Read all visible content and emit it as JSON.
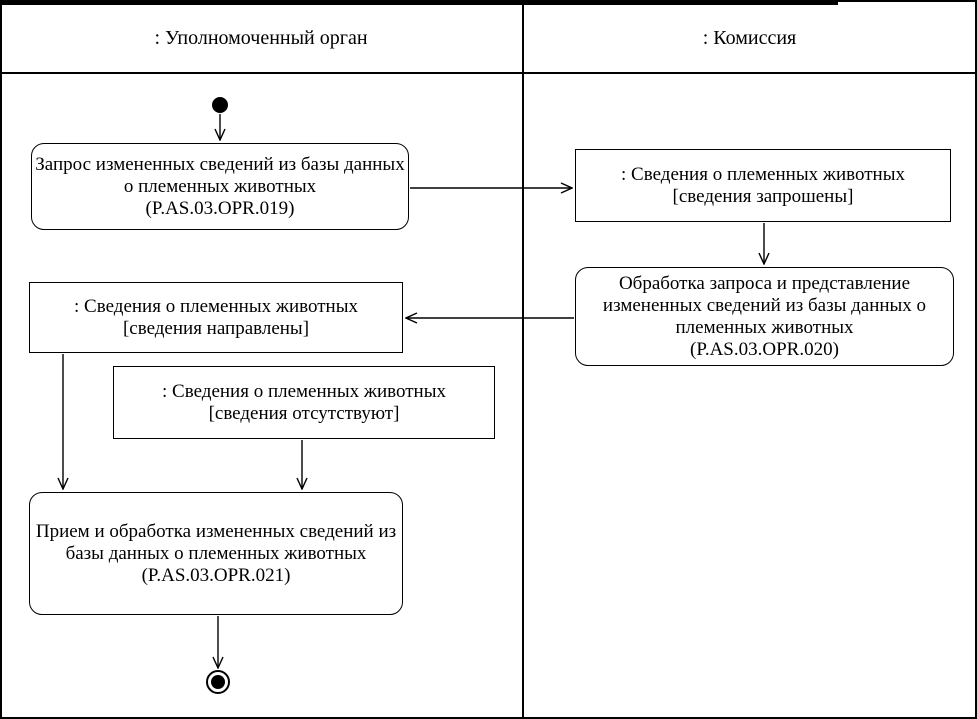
{
  "diagram": {
    "kind": "uml-activity-diagram-with-swimlanes",
    "colors": {
      "line": "#000000",
      "background": "#ffffff"
    }
  },
  "lanes": [
    {
      "id": "authorized_body",
      "title": ": Уполномоченный орган"
    },
    {
      "id": "commission",
      "title": ": Комиссия"
    }
  ],
  "nodes": {
    "initial_state": {
      "type": "initial-state",
      "lane": "authorized_body"
    },
    "activity_request": {
      "type": "activity",
      "lane": "authorized_body",
      "label": "Запрос измененных сведений из базы данных\nо племенных животных\n(P.AS.03.OPR.019)"
    },
    "object_requested": {
      "type": "object-state",
      "lane": "commission",
      "label": ": Сведения о племенных животных\n[сведения запрошены]"
    },
    "activity_process": {
      "type": "activity",
      "lane": "commission",
      "label": "Обработка запроса и представление\nизмененных сведений из базы данных о\nплеменных животных\n(P.AS.03.OPR.020)"
    },
    "object_sent": {
      "type": "object-state",
      "lane": "authorized_body",
      "label": ": Сведения о племенных животных\n[сведения направлены]"
    },
    "object_missing": {
      "type": "object-state",
      "lane": "authorized_body",
      "label": ": Сведения о племенных животных\n[сведения отсутствуют]"
    },
    "activity_receive": {
      "type": "activity",
      "lane": "authorized_body",
      "label": "Прием и обработка измененных сведений из\nбазы данных о племенных животных\n(P.AS.03.OPR.021)"
    },
    "final_state": {
      "type": "final-state",
      "lane": "authorized_body"
    }
  },
  "edges": [
    {
      "from": "initial_state",
      "to": "activity_request"
    },
    {
      "from": "activity_request",
      "to": "object_requested"
    },
    {
      "from": "object_requested",
      "to": "activity_process"
    },
    {
      "from": "activity_process",
      "to": "object_sent"
    },
    {
      "from": "object_sent",
      "to": "activity_receive"
    },
    {
      "from": "object_missing",
      "to": "activity_receive"
    },
    {
      "from": "activity_receive",
      "to": "final_state"
    }
  ]
}
